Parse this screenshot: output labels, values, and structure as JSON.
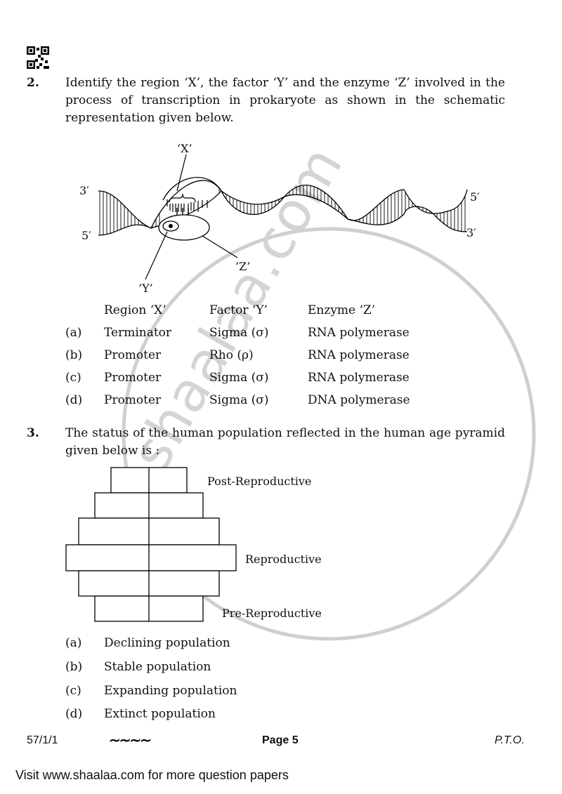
{
  "watermark": {
    "text": "shaalaa.com"
  },
  "q2": {
    "number": "2.",
    "text": "Identify the region ‘X’, the factor ‘Y’ and the enzyme ‘Z’ involved in the process of transcription in prokaryote as shown in the schematic representation given below.",
    "labels": {
      "x": "‘X’",
      "y": "‘Y’",
      "z": "‘Z’",
      "left_top": "3′",
      "left_bottom": "5′",
      "right_top": "5′",
      "right_bottom": "3′"
    },
    "headers": {
      "region": "Region ‘X’",
      "factor": "Factor ‘Y’",
      "enzyme": "Enzyme ‘Z’"
    },
    "options": [
      {
        "key": "(a)",
        "region": "Terminator",
        "factor": "Sigma (σ)",
        "enzyme": "RNA polymerase"
      },
      {
        "key": "(b)",
        "region": "Promoter",
        "factor": "Rho (ρ)",
        "enzyme": "RNA polymerase"
      },
      {
        "key": "(c)",
        "region": "Promoter",
        "factor": "Sigma (σ)",
        "enzyme": "RNA polymerase"
      },
      {
        "key": "(d)",
        "region": "Promoter",
        "factor": "Sigma (σ)",
        "enzyme": "DNA polymerase"
      }
    ]
  },
  "q3": {
    "number": "3.",
    "text": "The status of the human population reflected in the human age pyramid given below is :",
    "pyramid_labels": {
      "post": "Post-Reproductive",
      "repro": "Reproductive",
      "pre": "Pre-Reproductive"
    },
    "options": [
      {
        "key": "(a)",
        "text": "Declining population"
      },
      {
        "key": "(b)",
        "text": "Stable population"
      },
      {
        "key": "(c)",
        "text": "Expanding population"
      },
      {
        "key": "(d)",
        "text": "Extinct population"
      }
    ]
  },
  "footer": {
    "code": "57/1/1",
    "wave": "∼∼∼∼",
    "page": "Page 5",
    "pto": "P.T.O."
  },
  "visit": "Visit www.shaalaa.com for more question papers"
}
